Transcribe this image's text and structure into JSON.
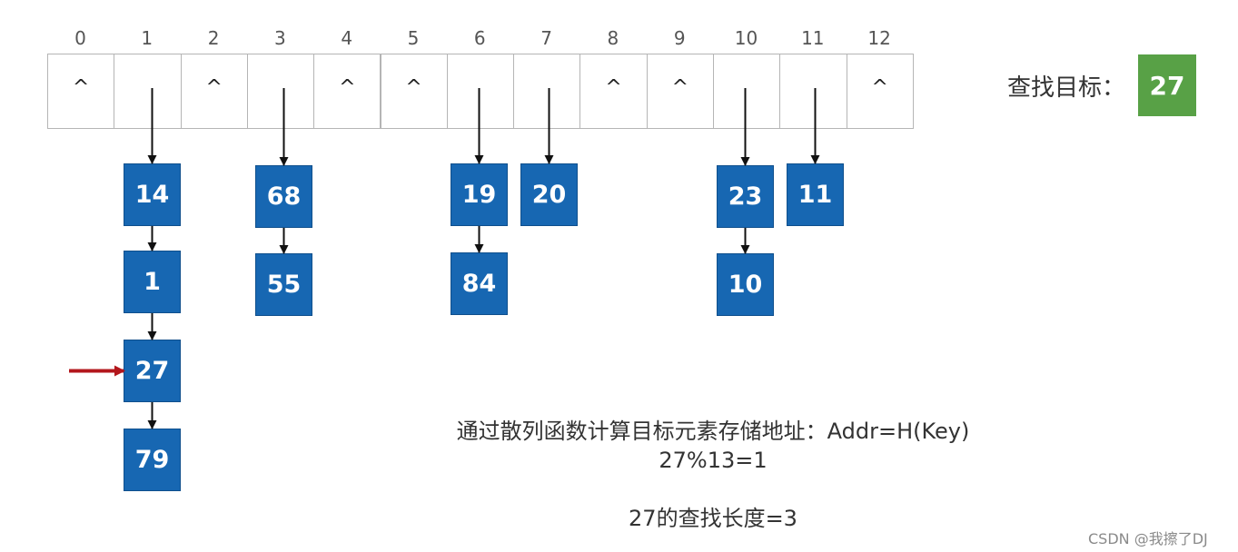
{
  "hash_table": {
    "indices": [
      "0",
      "1",
      "2",
      "3",
      "4",
      "5",
      "6",
      "7",
      "8",
      "9",
      "10",
      "11",
      "12"
    ],
    "empty_marker": "^",
    "buckets": [
      {
        "index": 0,
        "nodes": []
      },
      {
        "index": 1,
        "nodes": [
          "14",
          "1",
          "27",
          "79"
        ]
      },
      {
        "index": 2,
        "nodes": []
      },
      {
        "index": 3,
        "nodes": [
          "68",
          "55"
        ]
      },
      {
        "index": 4,
        "nodes": []
      },
      {
        "index": 5,
        "nodes": []
      },
      {
        "index": 6,
        "nodes": [
          "19",
          "84"
        ]
      },
      {
        "index": 7,
        "nodes": [
          "20"
        ]
      },
      {
        "index": 8,
        "nodes": []
      },
      {
        "index": 9,
        "nodes": []
      },
      {
        "index": 10,
        "nodes": [
          "23",
          "10"
        ]
      },
      {
        "index": 11,
        "nodes": [
          "11"
        ]
      },
      {
        "index": 12,
        "nodes": []
      }
    ],
    "highlight": {
      "bucket": 1,
      "node": 2
    }
  },
  "search": {
    "label": "查找目标：",
    "value": "27"
  },
  "explanation": {
    "line1": "通过散列函数计算目标元素存储地址：Addr=H(Key)",
    "line2": "27%13=1",
    "line3": "27的查找长度=3"
  },
  "watermark": "CSDN @我擦了DJ",
  "colors": {
    "node_fill": "#1767b2",
    "target_fill": "#58a146",
    "pointer_arrow": "#b3171c",
    "link_arrow": "#111111"
  }
}
